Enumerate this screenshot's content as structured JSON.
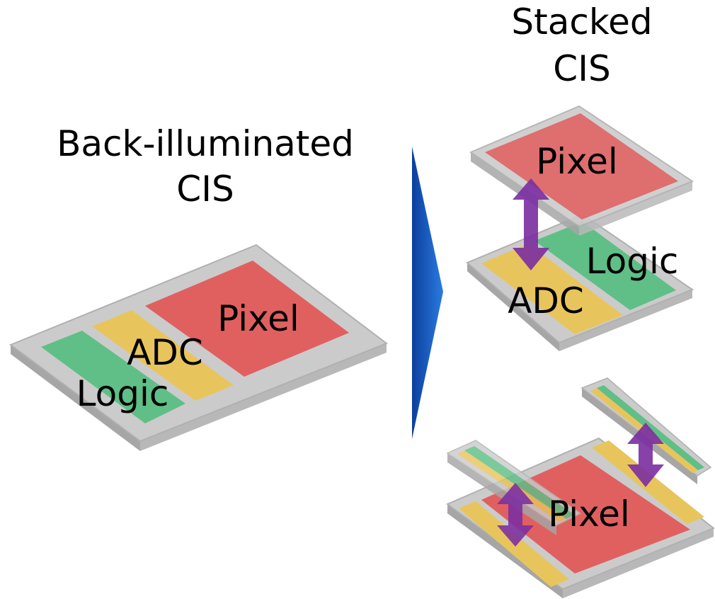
{
  "left": {
    "title_line1": "Back-illuminated",
    "title_line2": "CIS",
    "pixel_label": "Pixel",
    "adc_label": "ADC",
    "logic_label": "Logic"
  },
  "right": {
    "title_line1": "Stacked",
    "title_line2": "CIS",
    "top_pixel_label": "Pixel",
    "logic_label": "Logic",
    "adc_label": "ADC",
    "bottom_pixel_label": "Pixel"
  },
  "colors": {
    "pixel": "#e06060",
    "adc": "#e8c55c",
    "logic": "#5fbf86",
    "substrate": "#c9c9c9",
    "substrate_edge": "#a8a8a8",
    "arrow": "#7a2da0",
    "transition_arrow": "#1560c8"
  }
}
